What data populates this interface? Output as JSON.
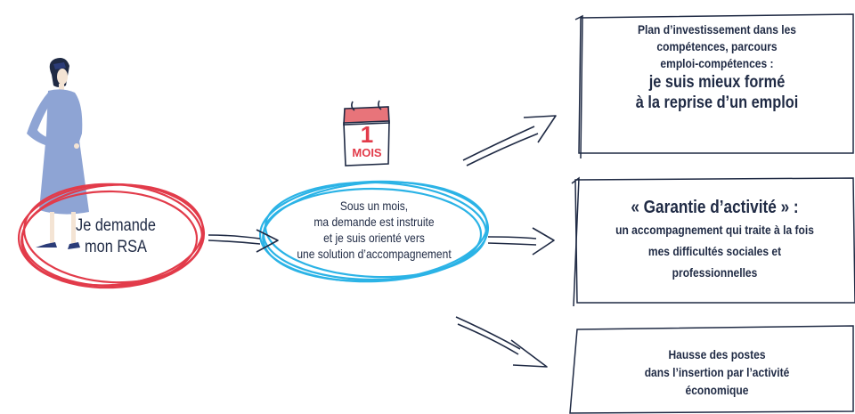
{
  "start": {
    "line1": "Je demande",
    "line2": "mon RSA"
  },
  "calendar": {
    "number": "1",
    "unit": "MOIS"
  },
  "process": {
    "line1": "Sous un mois,",
    "line2": "ma demande est instruite",
    "line3": "et je suis orienté vers",
    "line4": "une solution d’accompagnement"
  },
  "outcomes": [
    {
      "lines": [
        "Plan d’investissement dans les",
        "compétences, parcours",
        "emploi-compétences :"
      ],
      "emphasis": [
        "je suis mieux formé",
        "à la reprise d’un emploi"
      ]
    },
    {
      "emphasis": [
        "« Garantie d’activité » :"
      ],
      "lines": [
        "un accompagnement qui traite à la fois",
        "mes difficultés sociales et",
        "professionnelles"
      ]
    },
    {
      "lines": [
        "Hausse des postes",
        "dans l’insertion par l’activité",
        "économique"
      ]
    }
  ],
  "colors": {
    "ink": "#1f2a44",
    "red": "#e23b4a",
    "blue": "#2bb3e6",
    "calendar_red": "#e8747a",
    "dress": "#8ea4d4"
  }
}
